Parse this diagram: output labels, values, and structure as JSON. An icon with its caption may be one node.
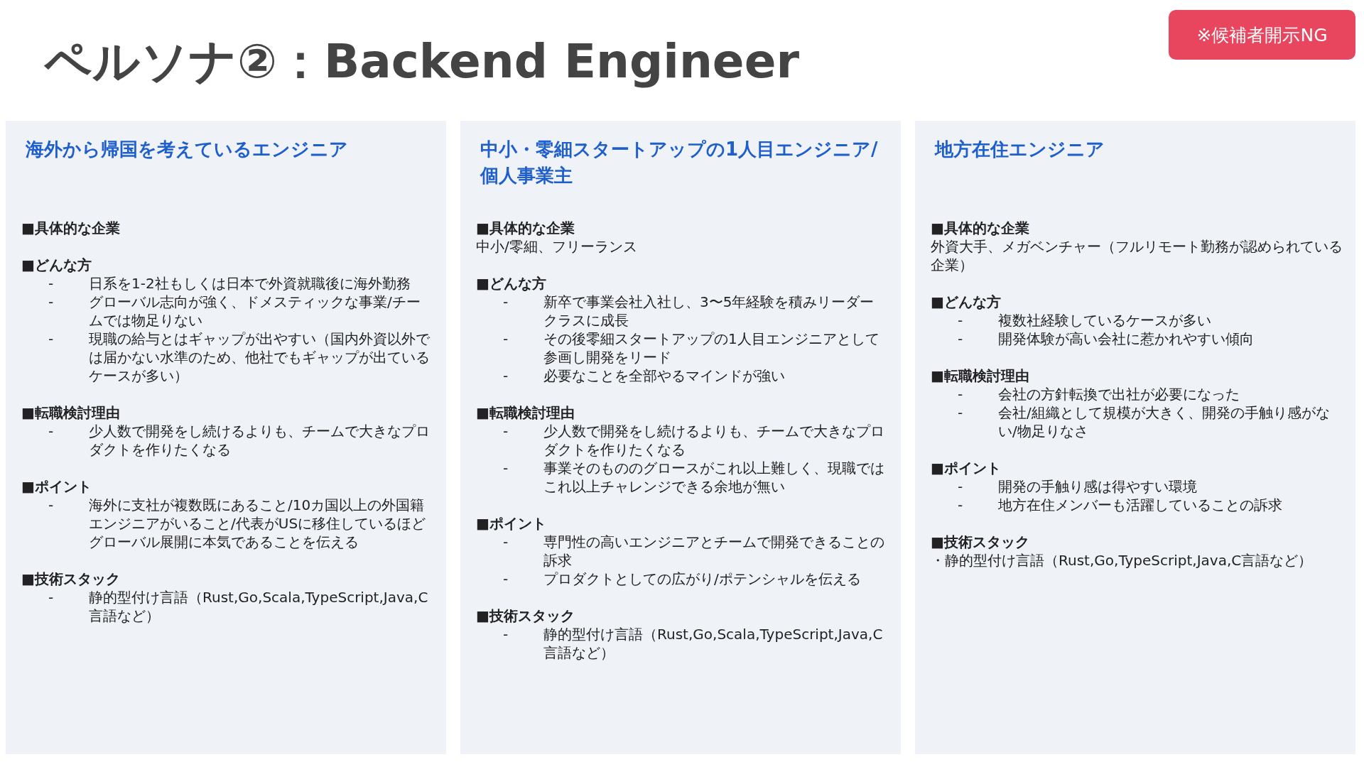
{
  "diagram": {
    "title": "ペルソナ②：Backend Engineer",
    "nodes": [
      {
        "text": [
          "※候補者開示NG"
        ]
      },
      {
        "text": [
          "海外から帰国を考えているエンジニア",
          "■具体的な企業",
          "■どんな方",
          "- 日系を1-2社もしくは日本で外資就職後に海外勤務",
          "- グローバル志向が強く、ドメスティックな事業/チームでは物足りない",
          "- 現職の給与とはギャップが出やすい（国内外資以外では届かない水準のため、他社でもギャップが出ているケースが多い）",
          "■転職検討理由",
          "- 少人数で開発をし続けるよりも、チームで大きなプロダクトを作りたくなる",
          "■ポイント",
          "- 海外に支社が複数既にあること/10カ国以上の外国籍エンジニアがいること/代表がUSに移住しているほどグローバル展開に本気であることを伝える",
          "■技術スタック",
          "- 静的型付け言語（Rust,Go,Scala,TypeScript,Java,C言語など）"
        ]
      },
      {
        "text": [
          "中小・零細スタートアップの1人目エンジニア/個人事業主",
          "■具体的な企業",
          "中小/零細、フリーランス",
          "■どんな方",
          "- 新卒で事業会社入社し、3〜5年経験を積みリーダークラスに成長",
          "- その後零細スタートアップの1人目エンジニアとして参画し開発をリード",
          "- 必要なことを全部やるマインドが強い",
          "■転職検討理由",
          "- 少人数で開発をし続けるよりも、チームで大きなプロダクトを作りたくなる",
          "- 事業そのもののグロースがこれ以上難しく、現職ではこれ以上チャレンジできる余地が無い",
          "■ポイント",
          "- 専門性の高いエンジニアとチームで開発できることの訴求",
          "- プロダクトとしての広がり/ポテンシャルを伝える",
          "■技術スタック",
          "- 静的型付け言語（Rust,Go,Scala,TypeScript,Java,C言語など）"
        ]
      },
      {
        "text": [
          "地方在住エンジニア",
          "■具体的な企業",
          "外資大手、メガベンチャー（フルリモート勤務が認められている企業）",
          "■どんな方",
          "- 複数社経験しているケースが多い",
          "- 開発体験が高い会社に惹かれやすい傾向",
          "■転職検討理由",
          "- 会社の方針転換で出社が必要になった",
          "- 会社/組織として規模が大きく、開発の手触り感がない/物足りなさ",
          "■ポイント",
          "- 開発の手触り感は得やすい環境",
          "- 地方在住メンバーも活躍していることの訴求",
          "■技術スタック",
          "・静的型付け言語（Rust,Go,TypeScript,Java,C言語など）"
        ]
      }
    ]
  }
}
